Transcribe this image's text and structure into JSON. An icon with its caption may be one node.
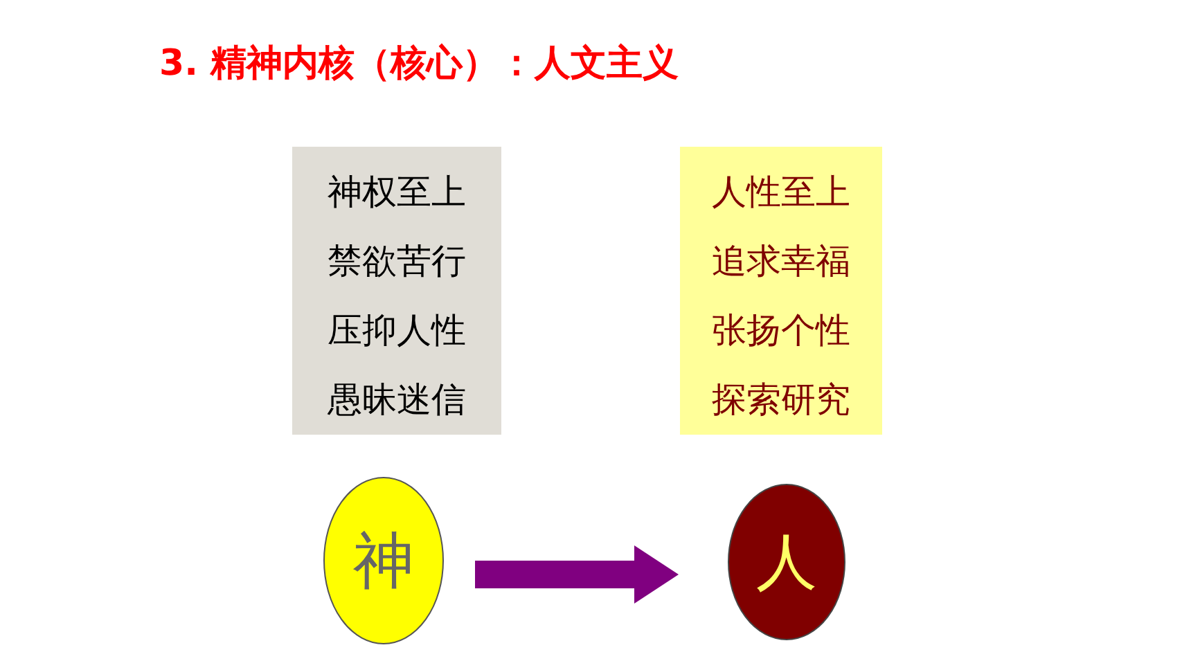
{
  "diagram": {
    "title": "3. 精神内核（核心）：人文主义",
    "nodes": [
      {
        "text": [
          "神权至上",
          "禁欲苦行",
          "压抑人性",
          "愚昧迷信"
        ]
      },
      {
        "text": [
          "人性至上",
          "追求幸福",
          "张扬个性",
          "探索研究"
        ]
      },
      {
        "text": [
          "神"
        ]
      },
      {
        "text": [
          "人"
        ]
      }
    ],
    "edges": [
      {
        "from": 2,
        "to": 3,
        "arrow": "to",
        "color": "#800080"
      }
    ]
  }
}
